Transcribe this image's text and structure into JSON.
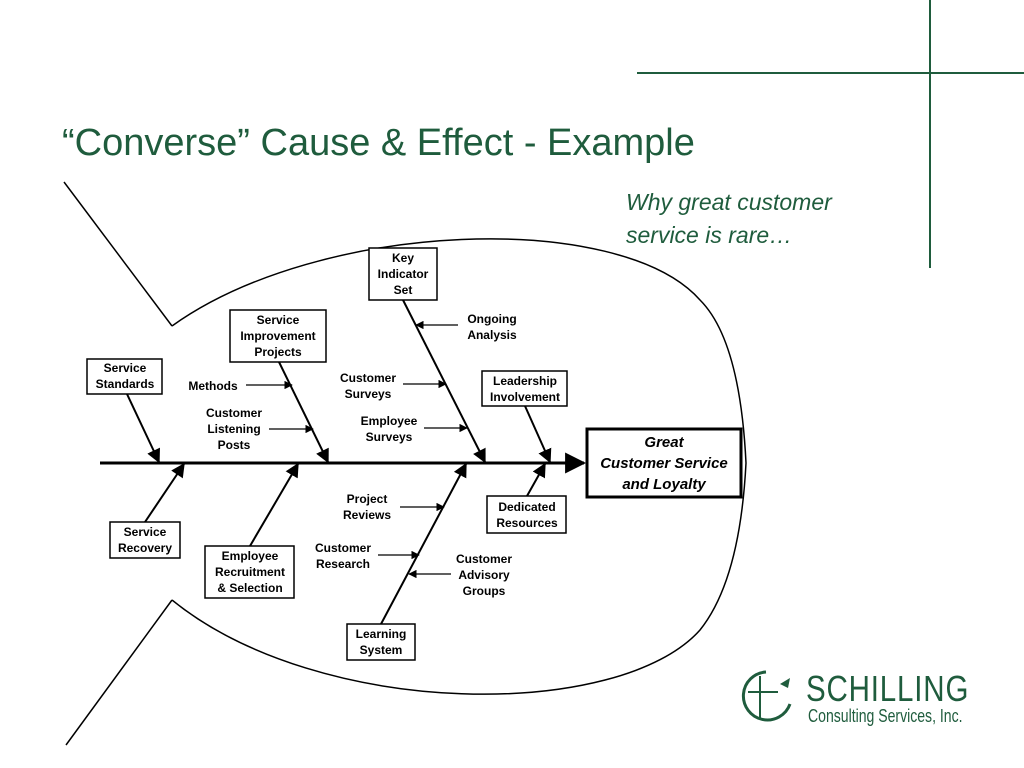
{
  "slide": {
    "title": "“Converse” Cause & Effect - Example",
    "subtitle_lines": [
      "Why great customer",
      "service is rare…"
    ]
  },
  "diagram": {
    "effect_lines": [
      "Great",
      "Customer Service",
      "and Loyalty"
    ],
    "boxes": {
      "service_standards": [
        "Service",
        "Standards"
      ],
      "service_improvement_projects": [
        "Service",
        "Improvement",
        "Projects"
      ],
      "key_indicator_set": [
        "Key",
        "Indicator",
        "Set"
      ],
      "leadership_involvement": [
        "Leadership",
        "Involvement"
      ],
      "service_recovery": [
        "Service",
        "Recovery"
      ],
      "employee_recruitment": [
        "Employee",
        "Recruitment",
        "& Selection"
      ],
      "learning_system": [
        "Learning",
        "System"
      ],
      "dedicated_resources": [
        "Dedicated",
        "Resources"
      ]
    },
    "sub_causes": {
      "methods": [
        "Methods"
      ],
      "customer_listening_posts": [
        "Customer",
        "Listening",
        "Posts"
      ],
      "ongoing_analysis": [
        "Ongoing",
        "Analysis"
      ],
      "customer_surveys": [
        "Customer",
        "Surveys"
      ],
      "employee_surveys": [
        "Employee",
        "Surveys"
      ],
      "project_reviews": [
        "Project",
        "Reviews"
      ],
      "customer_research": [
        "Customer",
        "Research"
      ],
      "customer_advisory_groups": [
        "Customer",
        "Advisory",
        "Groups"
      ]
    }
  },
  "logo": {
    "name": "SCHILLING",
    "tagline": "Consulting Services, Inc."
  },
  "colors": {
    "brand_green": "#1f5c3d",
    "ink": "#000000"
  }
}
